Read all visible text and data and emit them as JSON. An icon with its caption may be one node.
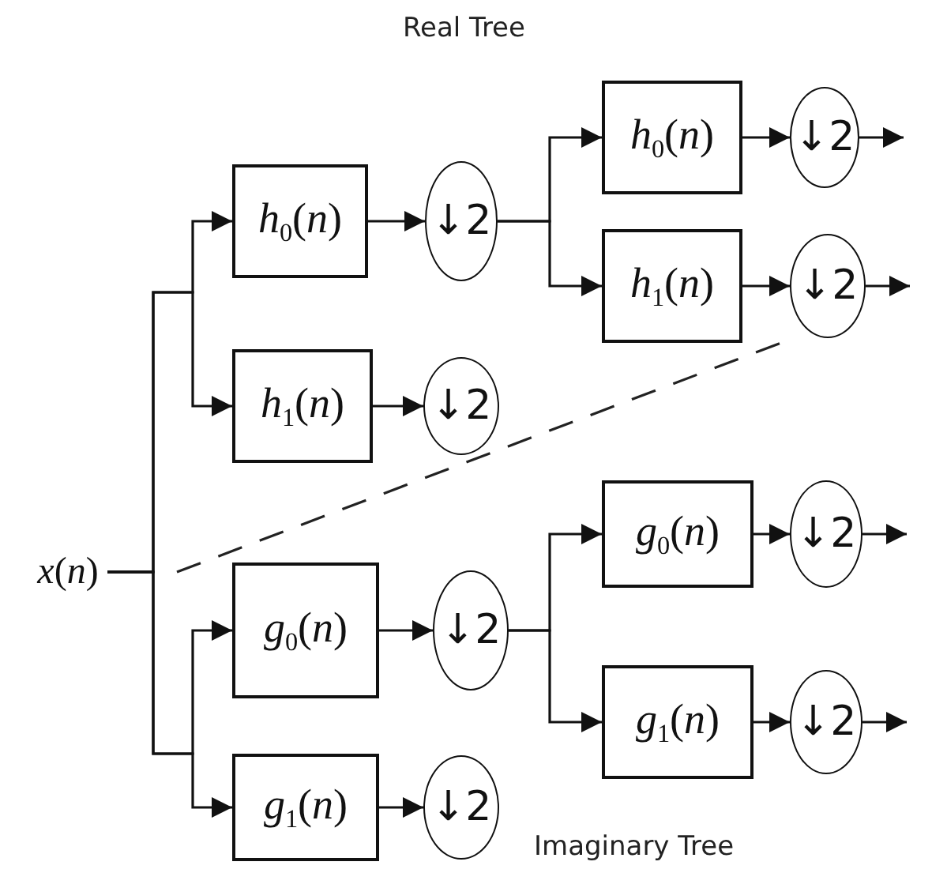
{
  "diagram": {
    "nodes": [
      {
        "text": [
          "*x*(*n*)"
        ]
      },
      {
        "text": [
          "*h*$_{0}$(*n*)"
        ]
      },
      {
        "text": [
          "↓2"
        ]
      },
      {
        "text": [
          "*h*$_{1}$(*n*)"
        ]
      },
      {
        "text": [
          "↓2"
        ]
      },
      {
        "text": [
          "*h*$_{0}$(*n*)"
        ]
      },
      {
        "text": [
          "↓2"
        ]
      },
      {
        "text": [
          "*h*$_{1}$(*n*)"
        ]
      },
      {
        "text": [
          "↓2"
        ]
      },
      {
        "text": [
          "*g*$_{0}$(*n*)"
        ]
      },
      {
        "text": [
          "↓2"
        ]
      },
      {
        "text": [
          "*g*$_{1}$(*n*)"
        ]
      },
      {
        "text": [
          "↓2"
        ]
      },
      {
        "text": [
          "*g*$_{0}$(*n*)"
        ]
      },
      {
        "text": [
          "↓2"
        ]
      },
      {
        "text": [
          "*g*$_{1}$(*n*)"
        ]
      },
      {
        "text": [
          "↓2"
        ]
      }
    ],
    "edges": [
      {
        "from": 0,
        "to": 1,
        "arrow": "to"
      },
      {
        "from": 0,
        "to": 3,
        "arrow": "to"
      },
      {
        "from": 0,
        "to": 9,
        "arrow": "to"
      },
      {
        "from": 0,
        "to": 11,
        "arrow": "to"
      },
      {
        "from": 1,
        "to": 2,
        "arrow": "to"
      },
      {
        "from": 3,
        "to": 4,
        "arrow": "to"
      },
      {
        "from": 2,
        "to": 5,
        "arrow": "to"
      },
      {
        "from": 2,
        "to": 7,
        "arrow": "to"
      },
      {
        "from": 5,
        "to": 6,
        "arrow": "to"
      },
      {
        "from": 7,
        "to": 8,
        "arrow": "to"
      },
      {
        "from": 6,
        "to": null,
        "arrow": "to"
      },
      {
        "from": 8,
        "to": null,
        "arrow": "to"
      },
      {
        "from": 9,
        "to": 10,
        "arrow": "to"
      },
      {
        "from": 11,
        "to": 12,
        "arrow": "to"
      },
      {
        "from": 10,
        "to": 13,
        "arrow": "to"
      },
      {
        "from": 10,
        "to": 15,
        "arrow": "to"
      },
      {
        "from": 13,
        "to": 14,
        "arrow": "to"
      },
      {
        "from": 15,
        "to": 16,
        "arrow": "to"
      },
      {
        "from": 14,
        "to": null,
        "arrow": "to"
      },
      {
        "from": 16,
        "to": null,
        "arrow": "to"
      }
    ],
    "labels": [
      "Real Tree",
      "Imaginary Tree"
    ]
  }
}
